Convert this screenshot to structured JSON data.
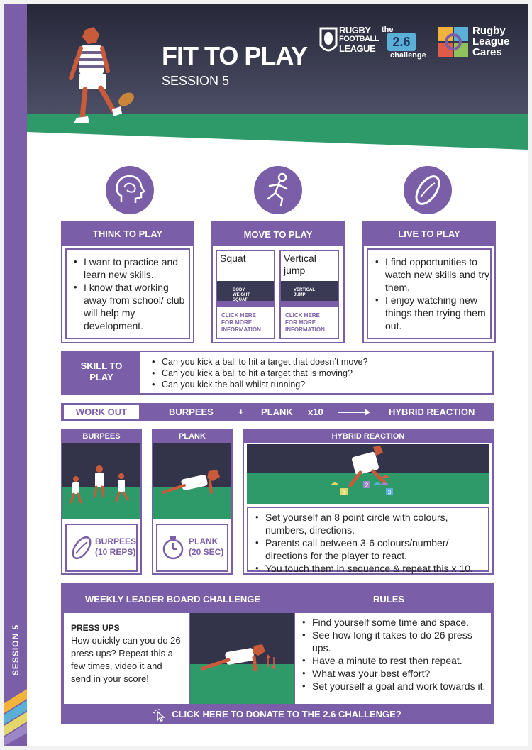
{
  "header": {
    "title": "FIT TO PLAY",
    "subtitle": "SESSION 5",
    "logo_rfl_lines": [
      "RUGBY",
      "FOOTBALL",
      "LEAGUE"
    ],
    "logo_challenge_top": "the",
    "logo_challenge_num": "2.6",
    "logo_challenge_bottom": "challenge",
    "logo_cares_lines": [
      "Rugby",
      "League",
      "Cares"
    ]
  },
  "side_label": "SESSION 5",
  "think": {
    "title": "THINK TO PLAY",
    "items": [
      "I want to practice and learn new skills.",
      "I know that working away from school/ club will help my development."
    ]
  },
  "move": {
    "title": "MOVE TO PLAY",
    "col1_label": "Squat",
    "col2_label": "Vertical jump",
    "col1_thumb_text": "BODY WEIGHT SQUAT",
    "col2_thumb_text": "VERTICAL JUMP",
    "link_line1": "CLICK HERE",
    "link_line2": "FOR MORE",
    "link_line3": "INFORMATION"
  },
  "live": {
    "title": "LIVE TO PLAY",
    "items": [
      "I find opportunities to watch new skills and try them.",
      "I enjoy watching new things then trying them out."
    ]
  },
  "skill": {
    "label_line1": "SKILL TO",
    "label_line2": "PLAY",
    "items": [
      "Can you kick a ball to hit a target that doesn’t move?",
      "Can you kick a ball to hit a target that is moving?",
      "Can you kick the ball whilst running?"
    ]
  },
  "workout": {
    "label": "WORK OUT",
    "part1": "BURPEES",
    "plus": "+",
    "part2": "PLANK",
    "reps": "x10",
    "part3": "HYBRID REACTION"
  },
  "burpees": {
    "title": "BURPEES",
    "caption_line1": "BURPEES",
    "caption_line2": "(10 REPS)"
  },
  "plank": {
    "title": "PLANK",
    "caption_line1": "PLANK",
    "caption_line2": "(20 SEC)"
  },
  "hybrid": {
    "title": "HYBRID REACTION",
    "markers": [
      "1",
      "2",
      "3"
    ],
    "items": [
      "Set yourself an 8 point circle with colours, numbers, directions.",
      "Parents call between 3-6 colours/number/ directions for the player to react.",
      "You touch them in sequence & repeat this x 10."
    ]
  },
  "leader": {
    "title": "WEEKLY LEADER BOARD CHALLENGE",
    "rules_title": "RULES",
    "challenge_title": "PRESS UPS",
    "challenge_text": "How quickly can you do 26 press ups? Repeat this a few times, video it and send in your score!",
    "rules": [
      "Find yourself some time and space.",
      "See how long it takes to do 26 press ups.",
      "Have a minute to rest then repeat.",
      "What was your best effort?",
      "Set yourself a goal and work towards it."
    ],
    "donate": "CLICK HERE TO DONATE TO THE 2.6 CHALLENGE?"
  },
  "colors": {
    "purple": "#7a5ea8",
    "navy": "#2f3045",
    "green": "#2e9a6a",
    "skin": "#c95a3a"
  }
}
